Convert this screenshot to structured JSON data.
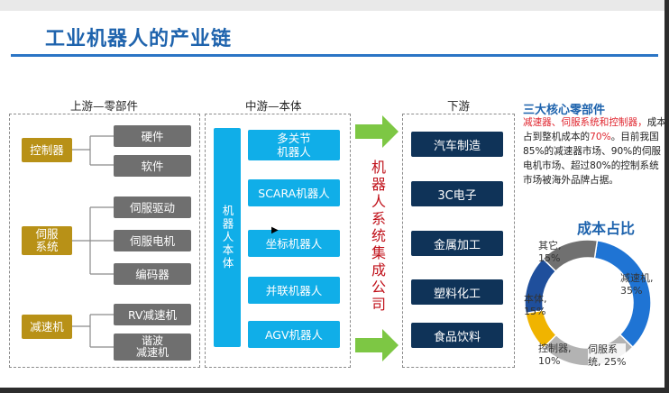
{
  "title": "工业机器人的产业链",
  "columns": {
    "upstream": "上游—零部件",
    "midstream": "中游—本体",
    "downstream": "下游"
  },
  "upstream": {
    "groups": [
      {
        "label": "控制器",
        "items": [
          "硬件",
          "软件"
        ]
      },
      {
        "label": "伺服\n系统",
        "items": [
          "伺服驱动",
          "伺服电机",
          "编码器"
        ]
      },
      {
        "label": "减速机",
        "items": [
          "RV减速机",
          "谐波\n减速机"
        ]
      }
    ]
  },
  "midstream": {
    "body_label": "机器人本体",
    "items": [
      "多关节\n机器人",
      "SCARA机器人",
      "坐标机器人",
      "并联机器人",
      "AGV机器人"
    ]
  },
  "integrator_label": "机器人系统集成公司",
  "downstream": {
    "items": [
      "汽车制造",
      "3C电子",
      "金属加工",
      "塑料化工",
      "食品饮料"
    ]
  },
  "note": {
    "title": "三大核心零部件",
    "red_text": "减速器、伺服系统和控制器，",
    "text_1": "成本占到整机成本的",
    "pct": "70%",
    "text_2": "。目前我国85%的减速器市场、90%的伺服电机市场、超过80%的控制系统市场被海外品牌占据。"
  },
  "pie": {
    "title": "成本占比",
    "labels": {
      "reducer": "减速机,\n35%",
      "servo": "伺服系\n统, 25%",
      "controller": "控制器,\n10%",
      "body": "本体,\n15%",
      "other": "其它,\n15%"
    }
  },
  "chart_data": {
    "type": "pie",
    "title": "成本占比",
    "categories": [
      "减速机",
      "伺服系统",
      "控制器",
      "本体",
      "其它"
    ],
    "values": [
      35,
      25,
      10,
      15,
      15
    ],
    "colors": [
      "#1f74d4",
      "#b3b3b3",
      "#f0b400",
      "#1f4f9c",
      "#707070"
    ]
  }
}
